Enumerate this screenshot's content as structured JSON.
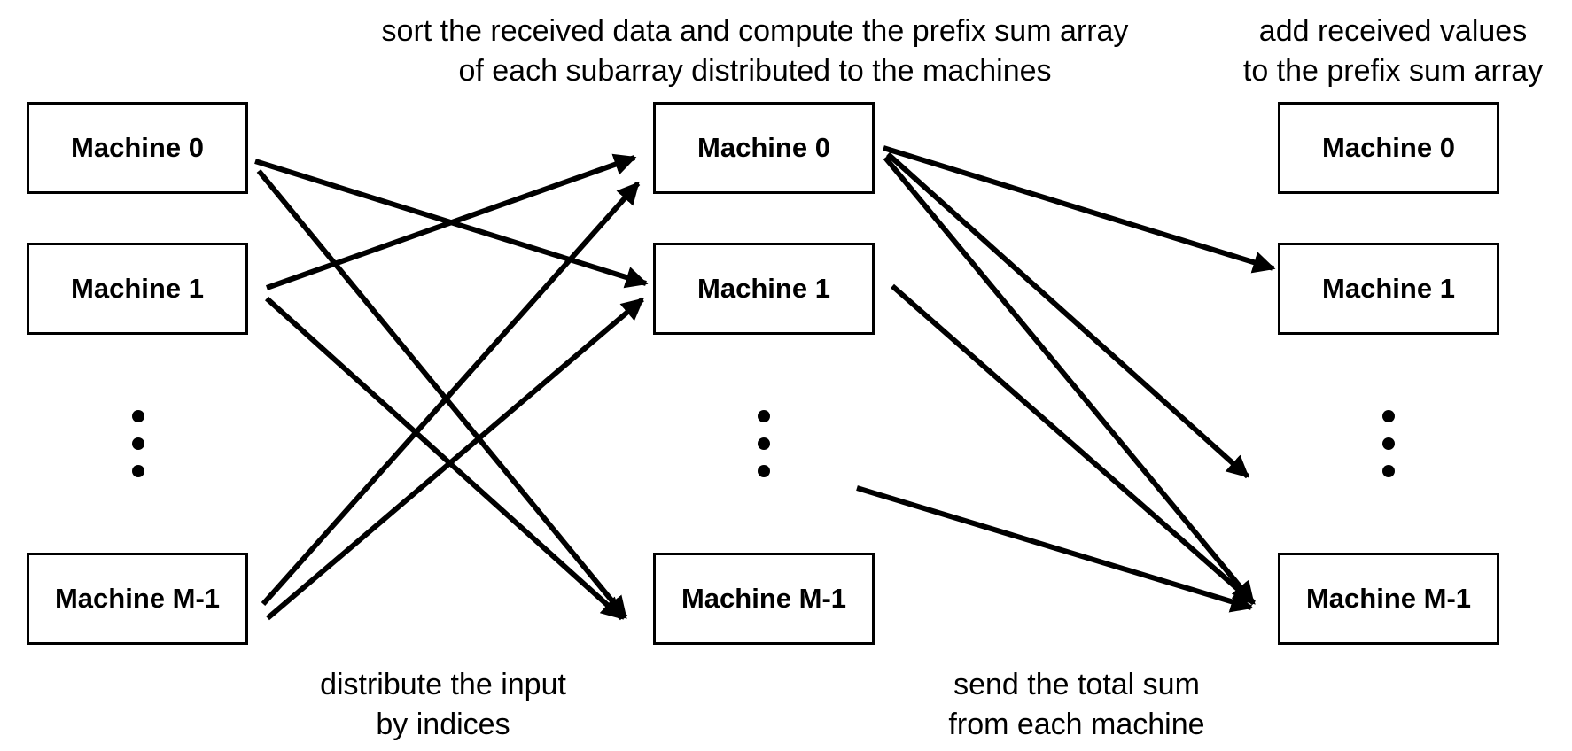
{
  "captions": {
    "top_middle": [
      "sort the received data and compute the prefix sum array",
      "of each subarray distributed to the machines"
    ],
    "top_right": [
      "add received values",
      "to the prefix sum array"
    ],
    "bottom_left": [
      "distribute the input",
      "by indices"
    ],
    "bottom_middle": [
      "send the total sum",
      "from each machine"
    ]
  },
  "columns": {
    "left": {
      "machines": [
        "Machine 0",
        "Machine 1",
        "Machine M-1"
      ]
    },
    "middle": {
      "machines": [
        "Machine 0",
        "Machine 1",
        "Machine M-1"
      ]
    },
    "right": {
      "machines": [
        "Machine 0",
        "Machine 1",
        "Machine M-1"
      ]
    }
  },
  "colors": {
    "stroke": "#000000",
    "background": "#ffffff"
  }
}
